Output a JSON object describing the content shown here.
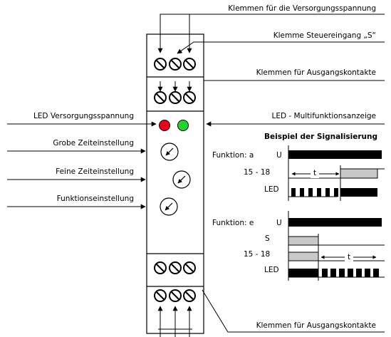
{
  "labels": {
    "supply_terminals": "Klemmen für die Versorgungsspannung",
    "control_input": "Klemme Steuereingang „S“",
    "output_terminals_top": "Klemmen für Ausgangskontakte",
    "led_supply": "LED Versorgungsspannung",
    "coarse_time": "Grobe Zeiteinstellung",
    "fine_time": "Feine Zeiteinstellung",
    "function_setting": "Funktionseinstellung",
    "led_multifunction": "LED - Multifunktionsanzeige",
    "output_terminals_bottom": "Klemmen für Ausgangskontakte"
  },
  "signal_example": {
    "title": "Beispiel der Signalisierung",
    "function_a": {
      "label": "Funktion: a",
      "row_u": "U",
      "row_range": "15 - 18",
      "row_led": "LED",
      "t_label": "t"
    },
    "function_e": {
      "label": "Funktion: e",
      "row_u": "U",
      "row_s": "S",
      "row_range": "15 - 18",
      "row_led": "LED",
      "t_label": "t"
    }
  },
  "colors": {
    "led_red": "#e8001c",
    "led_green": "#22d42b",
    "gray_fill": "#c8c8c8"
  }
}
